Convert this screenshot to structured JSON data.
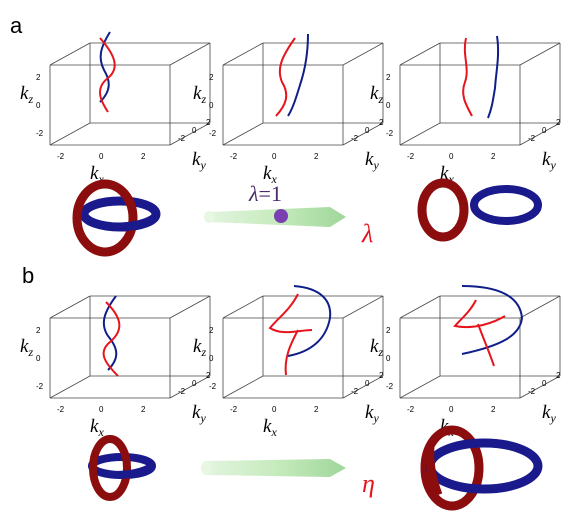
{
  "panels": {
    "a": {
      "letter": "a",
      "parameter_label": "λ",
      "marker_label_symbol": "λ",
      "marker_label_value": "=1"
    },
    "b": {
      "letter": "b",
      "parameter_label": "η"
    }
  },
  "axes": {
    "kx": {
      "base": "k",
      "sub": "x"
    },
    "ky": {
      "base": "k",
      "sub": "y"
    },
    "kz": {
      "base": "k",
      "sub": "z"
    },
    "tick_labels": [
      "-2",
      "0",
      "2"
    ]
  },
  "colors": {
    "red_curve": "#e8141c",
    "blue_curve": "#0f1f8a",
    "red_torus": "#8b0d0d",
    "blue_torus": "#1a1a8c",
    "arrow": "#bfe6b4",
    "marker_dot": "#7a3fb0",
    "parameter_text": "#e8141c"
  }
}
